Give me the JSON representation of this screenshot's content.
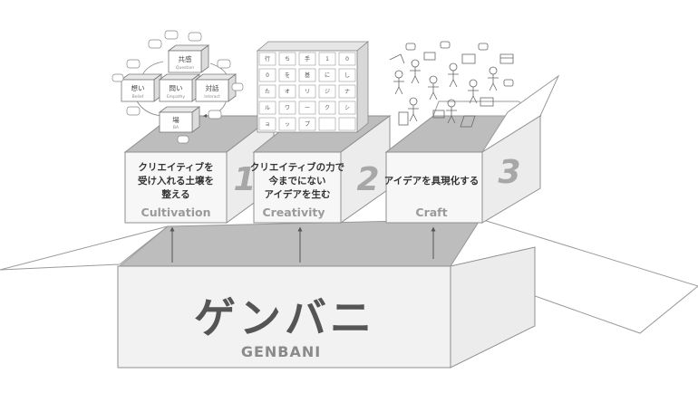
{
  "main_box": {
    "title": "ゲンバニ",
    "subtitle": "GENBANI"
  },
  "boxes": [
    {
      "number": "1",
      "lines": [
        "クリエイティブを",
        "受け入れる土壌を",
        "整える"
      ],
      "label": "Cultivation"
    },
    {
      "number": "2",
      "lines": [
        "クリエイティブの力で",
        "今までにない",
        "アイデアを生む"
      ],
      "label": "Creativity"
    },
    {
      "number": "3",
      "lines": [
        "アイデアを具現化する"
      ],
      "label": "Craft"
    }
  ],
  "cycle_diagram": {
    "nodes": [
      {
        "main": "共感",
        "sub": "Question"
      },
      {
        "main": "想い",
        "sub": "Belief"
      },
      {
        "main": "問い",
        "sub": "Empathy"
      },
      {
        "main": "対話",
        "sub": "Interact"
      },
      {
        "main": "場",
        "sub": "BA"
      }
    ]
  },
  "grid_chars": [
    [
      "行",
      "ち",
      "手",
      "1",
      "0"
    ],
    [
      "0",
      "を",
      "基",
      "に",
      "し"
    ],
    [
      "た",
      "オ",
      "リ",
      "ジ",
      "ナ"
    ],
    [
      "ル",
      "ワ",
      "ー",
      "ク",
      "シ"
    ],
    [
      "ョ",
      "ッ",
      "プ",
      "",
      ""
    ]
  ],
  "colors": {
    "box_fill": "#f2f2f2",
    "box_stroke": "#8f8f8f",
    "top_shade": "#bdbdbd",
    "number_gray": "#a7a7a7",
    "title_dark": "#555555",
    "subtitle_gray": "#8a8a8a"
  },
  "icons": [
    "speech-bubble-icon",
    "people-sketch-icon",
    "arrow-up-icon"
  ]
}
